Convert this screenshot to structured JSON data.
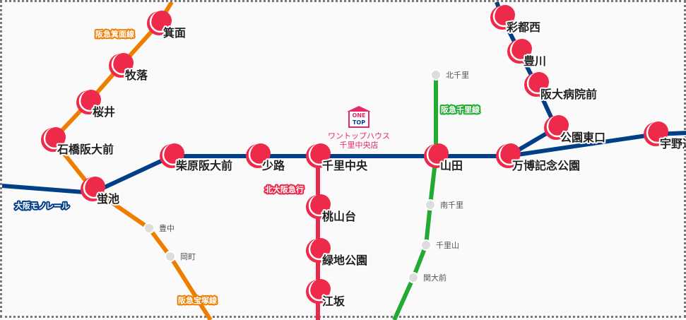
{
  "colors": {
    "monorail": "#003f87",
    "mino": "#ef7d00",
    "senri": "#22aa33",
    "kitakyu": "#e8294a",
    "station": "#ee2a4b",
    "minor_station": "#dddddd"
  },
  "lines": {
    "mino": "阪急箕面線",
    "monorail": "大阪モノレール",
    "kitakyu": "北大阪急行",
    "senri": "阪急千里線",
    "takarazuka": "阪急宝塚線"
  },
  "stations": [
    "箕面",
    "牧落",
    "桜井",
    "石橋阪大前",
    "蛍池",
    "柴原阪大前",
    "少路",
    "千里中央",
    "山田",
    "万博記念公園",
    "公園東口",
    "宇野辺",
    "彩都西",
    "豊川",
    "阪大病院前",
    "桃山台",
    "緑地公園",
    "江坂"
  ],
  "minor_stations": [
    "北千里",
    "南千里",
    "千里山",
    "関大前",
    "豊中",
    "岡町"
  ],
  "shop": {
    "logo_top": "ONE",
    "logo_bottom": "TOP",
    "name_line1": "ワントップハウス",
    "name_line2": "千里中央店"
  }
}
